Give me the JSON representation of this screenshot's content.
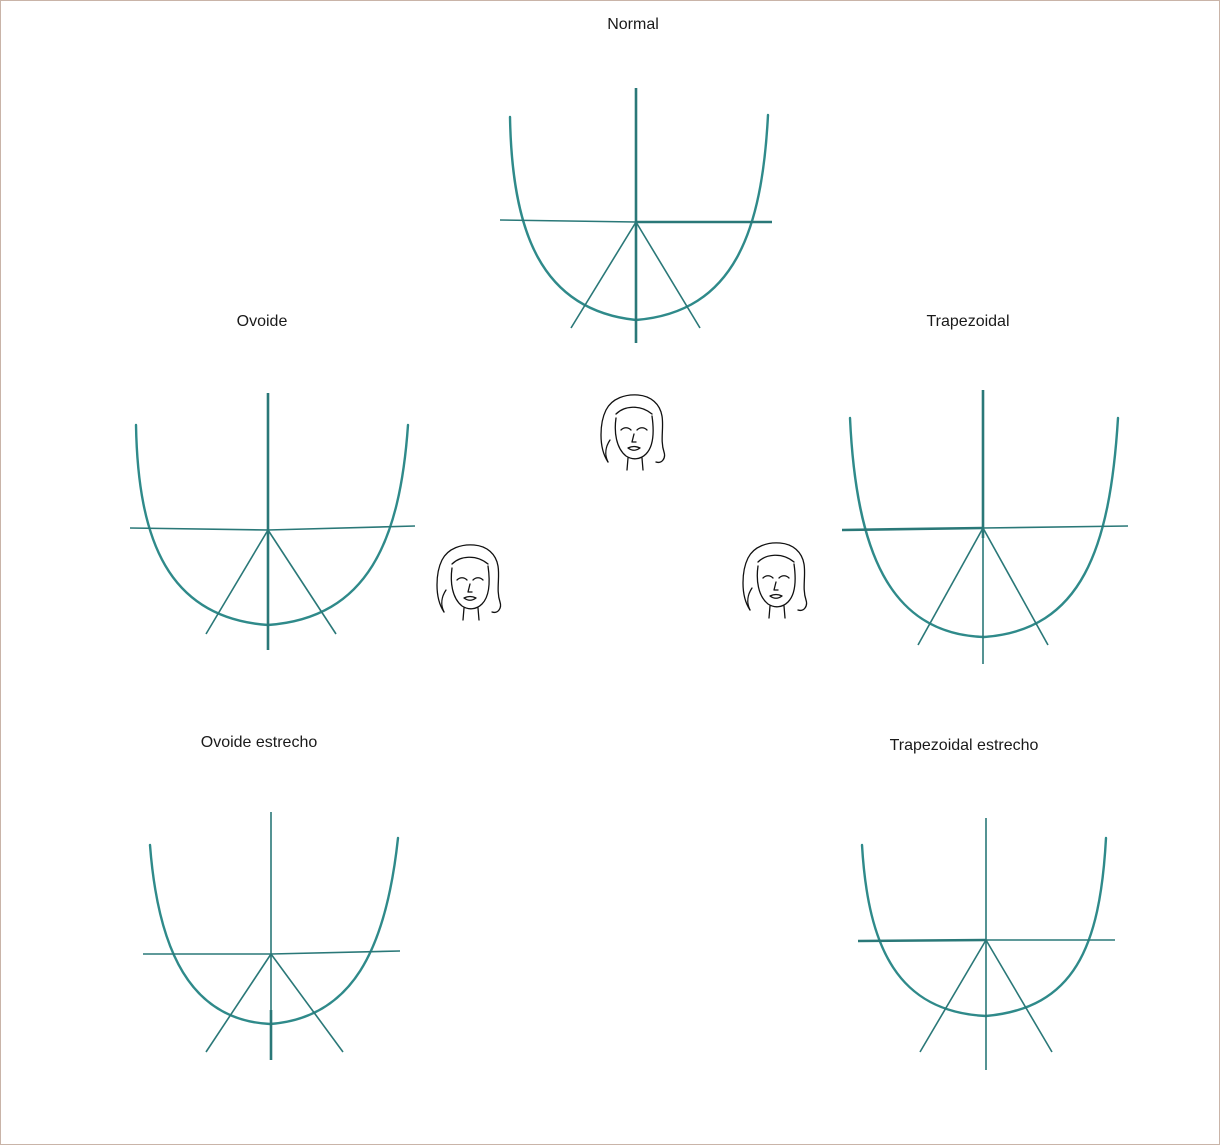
{
  "labels": {
    "normal": "Normal",
    "ovoide": "Ovoide",
    "trapezoidal": "Trapezoidal",
    "ovoide_estrecho": "Ovoide estrecho",
    "trapezoidal_estrecho": "Trapezoidal estrecho"
  },
  "colors": {
    "arch_stroke": "#2f8a8a",
    "axis_stroke": "#2a7878",
    "frame_border": "#c9b4a8",
    "text": "#1a1a1a"
  },
  "icons": [
    "arch-normal-icon",
    "arch-ovoide-icon",
    "arch-trapezoidal-icon",
    "arch-ovoide-estrecho-icon",
    "arch-trapezoidal-estrecho-icon",
    "face-icon"
  ]
}
